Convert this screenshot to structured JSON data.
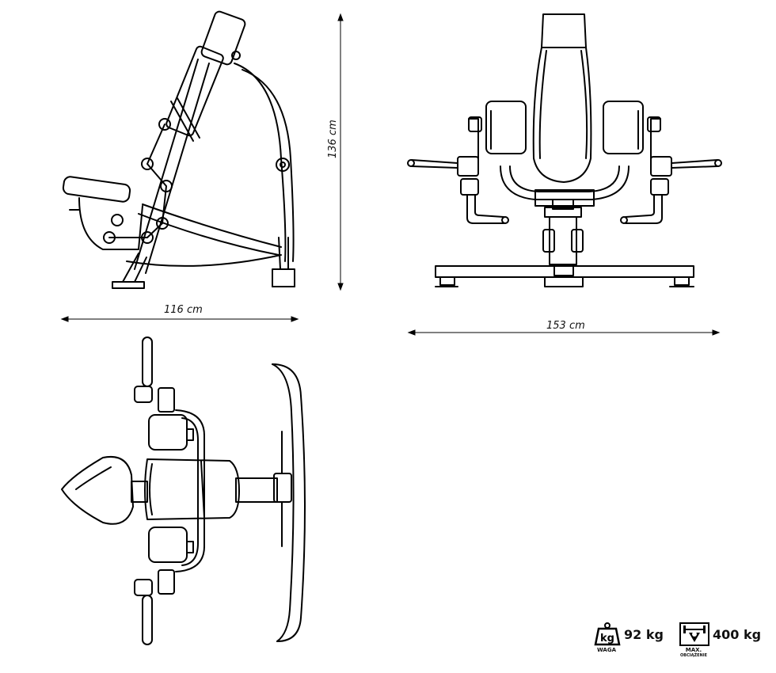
{
  "dimensions": {
    "depth": "116 cm",
    "height": "136 cm",
    "width": "153 cm"
  },
  "specs": {
    "weight": {
      "icon_text": "kg",
      "value": "92 kg",
      "caption": "WAGA",
      "icon": "weight-kg-icon"
    },
    "max_load": {
      "icon_text": "MAX.",
      "value": "400 kg",
      "caption": "OBCIĄŻENIE",
      "icon": "barbell-max-load-icon"
    }
  },
  "views": {
    "side": "side-view",
    "front": "front-view",
    "top": "top-view"
  }
}
